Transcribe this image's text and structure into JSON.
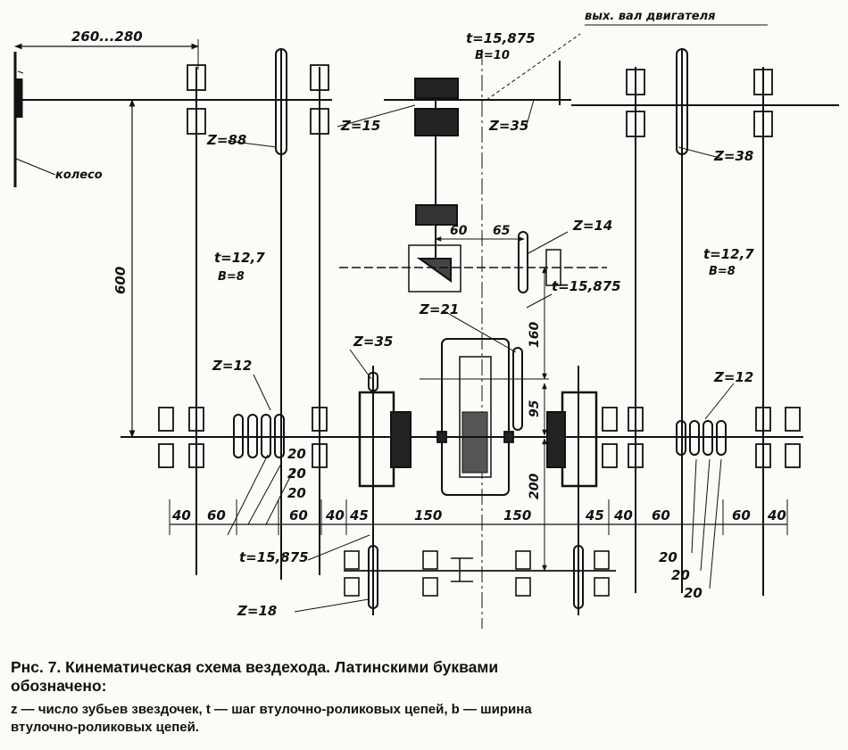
{
  "figure": {
    "top_label": "вых. вал двигателя",
    "wheel_label": "колесо",
    "dims": {
      "d260": "260...280",
      "d600": "600",
      "d60a": "60",
      "d65": "65",
      "d160": "160",
      "d95": "95",
      "d200": "200"
    },
    "bottom_dims_left": [
      "40",
      "60",
      "60",
      "40",
      "45"
    ],
    "bottom_dims_center": [
      "150",
      "150"
    ],
    "bottom_dims_right": [
      "45",
      "40",
      "60",
      "60",
      "40"
    ],
    "stack_left": [
      "20",
      "20",
      "20"
    ],
    "stack_right": [
      "20",
      "20",
      "20"
    ],
    "labels": {
      "t_top": "t=15,875",
      "b_top": "B=10",
      "z15": "Z=15",
      "z35_top": "Z=35",
      "z88": "Z=88",
      "z38": "Z=38",
      "z14": "Z=14",
      "t_mid": "t=15,875",
      "z21": "Z=21",
      "t_left": "t=12,7",
      "b_left": "B=8",
      "t_right": "t=12,7",
      "b_right": "B=8",
      "z35_left": "Z=35",
      "z12_left": "Z=12",
      "z12_right": "Z=12",
      "t_bottom": "t=15,875",
      "z18": "Z=18"
    }
  },
  "caption": {
    "title": "Рнс. 7. Кинематическая схема вездехода. Латинскими буквами обозначено:",
    "body": "z — число зубьев звездочек, t — шаг втулочно-роликовых цепей, b — ширина втулочно-роликовых цепей."
  }
}
